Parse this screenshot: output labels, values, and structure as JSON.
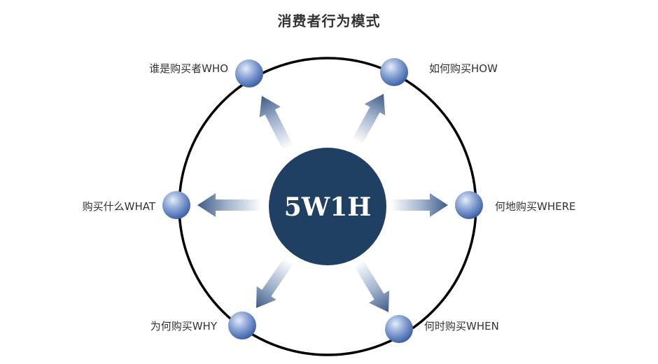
{
  "title": "消费者行为模式",
  "center": {
    "label": "5W1H",
    "color": "#1f3f63"
  },
  "nodes": [
    {
      "label": "谁是购买者WHO"
    },
    {
      "label": "如何购买HOW"
    },
    {
      "label": "购买什么WHAT"
    },
    {
      "label": "何地购买WHERE"
    },
    {
      "label": "为何购买WHY"
    },
    {
      "label": "何时购买WHEN"
    }
  ],
  "colors": {
    "ring": "#000000",
    "node_light": "#dbe6f6",
    "node_dark": "#3f66ad",
    "arrow_tip": "#3d5a86"
  }
}
